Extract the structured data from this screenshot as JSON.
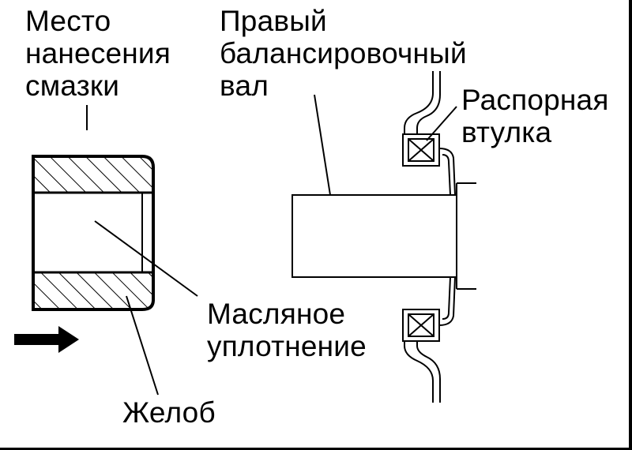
{
  "labels": {
    "lubrication_point": [
      "Место",
      "нанесения",
      "смазки"
    ],
    "right_balance_shaft": [
      "Правый",
      "балансировочный",
      "вал"
    ],
    "spacer_sleeve": [
      "Распорная",
      "втулка"
    ],
    "oil_seal": [
      "Масляное",
      "уплотнение"
    ],
    "groove": [
      "Желоб"
    ]
  },
  "colors": {
    "ink": "#000000",
    "background": "#ffffff"
  },
  "icons": {
    "direction_arrow": "right-arrow-icon"
  }
}
